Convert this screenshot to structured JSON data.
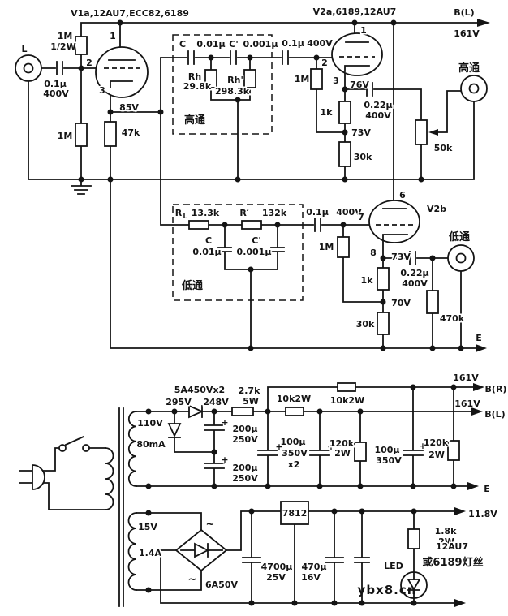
{
  "colors": {
    "ink": "#141414",
    "background": "#ffffff"
  },
  "top": {
    "v1a_label": "V1a,12AU7,ECC82,6189",
    "v2a_label": "V2a,6189,12AU7",
    "bl_label": "B(L)",
    "bl_voltage": "161V",
    "input_label": "L",
    "r_bias_up": "1M",
    "r_bias_up_w": "1/2W",
    "c_in": "0.1μ",
    "c_in_v": "400V",
    "pin1a": "1",
    "pin2a": "2",
    "pin3a": "3",
    "v1a_cathode_v": "85V",
    "r_bias_dn": "1M",
    "r_k1": "47k",
    "hp_c": "C",
    "hp_c_val": "0.01μ",
    "hp_c2": "C'",
    "hp_c2_val": "0.001μ",
    "hp_couple": "0.1μ",
    "hp_couple_v": "400V",
    "hp_rh": "Rh",
    "hp_rh_val": "29.8k",
    "hp_rh2": "Rh'",
    "hp_rh2_val": "298.3k",
    "hp_box_label": "高通",
    "v2a_rg": "1M",
    "pin1b": "1",
    "pin2b": "2",
    "pin3b": "3",
    "v2a_cathode_v": "76V",
    "v2a_rk": "1k",
    "v2a_tap_v": "73V",
    "v2a_rk2": "30k",
    "v2a_cout": "0.22μ",
    "v2a_cout_v": "400V",
    "hp_jack_label": "高通",
    "pot_label": "50k",
    "lp_rl": "R",
    "lp_rl_sub": "L",
    "lp_rl_val": "13.3k",
    "lp_r2": "R′",
    "lp_r2_val": "132k",
    "lp_c": "C",
    "lp_c_val": "0.01μ",
    "lp_c2": "C'",
    "lp_c2_val": "0.001μ",
    "lp_box_label": "低通",
    "lp_couple": "0.1μ",
    "lp_couple_v": "400V",
    "v2b_rg": "1M",
    "pin7": "7",
    "pin6": "6",
    "v2b_label": "V2b",
    "pin8": "8",
    "v2b_cathode_v": "73V",
    "v2b_rk": "1k",
    "v2b_tap_v": "70V",
    "v2b_rk2": "30k",
    "v2b_cout": "0.22μ",
    "v2b_cout_v": "400V",
    "r_out": "470k",
    "lp_jack_label": "低通",
    "e_label": "E"
  },
  "psu": {
    "diodes": "5A450Vx2",
    "v_anode": "295V",
    "v_cathode": "248V",
    "r_drop": "2.7k",
    "r_drop_w": "5W",
    "sec1_v": "110V",
    "sec1_i": "80mA",
    "c1": "200μ",
    "c1_v": "250V",
    "c2": "200μ",
    "c2_v": "250V",
    "r_br": "10k2W",
    "r_bl": "10k2W",
    "c3": "100μ",
    "c3_v": "350V",
    "c3_qty": "x2",
    "r_bleed1": "120k",
    "r_bleed1_w": "2W",
    "c4": "100μ",
    "c4_v": "350V",
    "r_bleed2": "120k",
    "r_bleed2_w": "2W",
    "br_v": "161V",
    "br_label": "B(R)",
    "bl_v": "161V",
    "bl_label": "B(L)",
    "e_label": "E",
    "plus": "+"
  },
  "fil": {
    "sec2_v": "15V",
    "sec2_i": "1.4A",
    "ac_mark": "~",
    "bridge": "6A50V",
    "regulator": "7812",
    "c5": "4700μ",
    "c5_v": "25V",
    "c6": "470μ",
    "c6_v": "16V",
    "r_led": "1.8k",
    "r_led_w": "2W",
    "led_label": "LED",
    "out_v": "11.8V",
    "note1": "12AU7",
    "note2": "或6189灯丝"
  },
  "watermark": "ybx8.cn"
}
